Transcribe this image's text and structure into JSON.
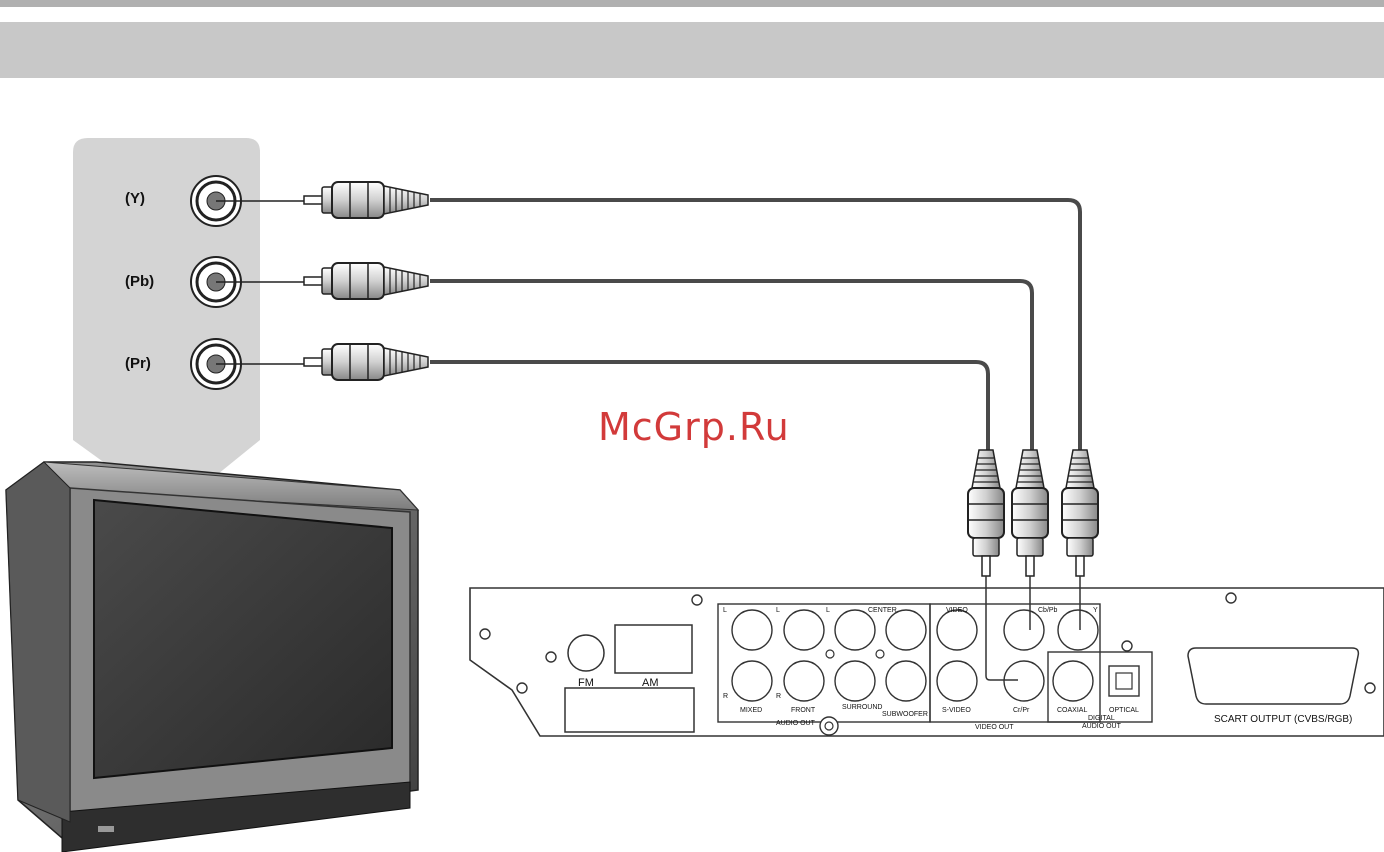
{
  "watermark": "McGrp.Ru",
  "tv_inputs": [
    {
      "label": "(Y)"
    },
    {
      "label": "(Pb)"
    },
    {
      "label": "(Pr)"
    }
  ],
  "player_panel": {
    "tuner": {
      "fm": "FM",
      "am": "AM"
    },
    "audio_out": {
      "top_labels": [
        "L",
        "L",
        "L",
        "CENTER"
      ],
      "bottom_labels": [
        "R",
        "R"
      ],
      "mixed": "MIXED",
      "front": "FRONT",
      "surround": "SURROUND",
      "subwoofer": "SUBWOOFER",
      "caption": "AUDIO OUT"
    },
    "video_out": {
      "video": "VIDEO",
      "cbpb": "Cb/Pb",
      "y": "Y",
      "svideo": "S-VIDEO",
      "crpr": "Cr/Pr",
      "caption": "VIDEO OUT"
    },
    "digital_audio_out": {
      "coaxial": "COAXIAL",
      "optical": "OPTICAL",
      "caption_line1": "DIGITAL",
      "caption_line2": "AUDIO OUT"
    },
    "scart": "SCART  OUTPUT  (CVBS/RGB)"
  },
  "colors": {
    "header_bar": "#c8c8c8",
    "top_bar": "#b0b0b0",
    "callout": "#d4d4d4",
    "watermark": "#d23a3a",
    "cable": "#4a4a4a"
  }
}
